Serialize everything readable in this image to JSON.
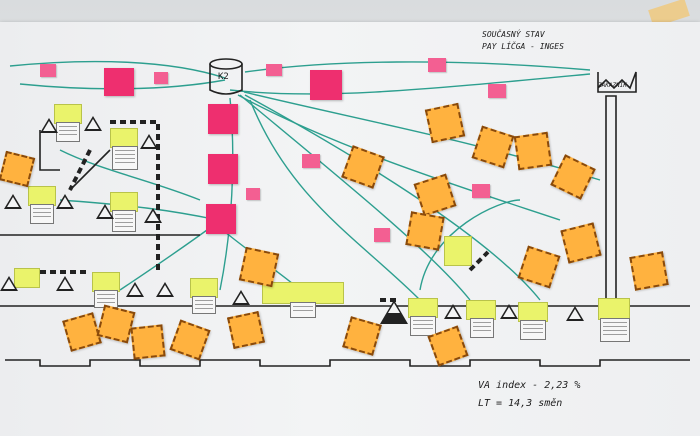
{
  "photo": {
    "header_note_line1": "SOUČASNÝ STAV",
    "header_note_line2": "PAY LÍČGA - INGES",
    "storage_label": "K2",
    "factory_label": "ZÁKAZNÍK",
    "va_index_line": "VA index - 2,23 %",
    "lt_line": "LT = 14,3 směn"
  },
  "colors": {
    "teal_arrows": "#2d9f8f",
    "pink_notes": "#ee2f6f",
    "orange_notes": "#ffb23f",
    "yellow_notes": "#eaf36b"
  }
}
